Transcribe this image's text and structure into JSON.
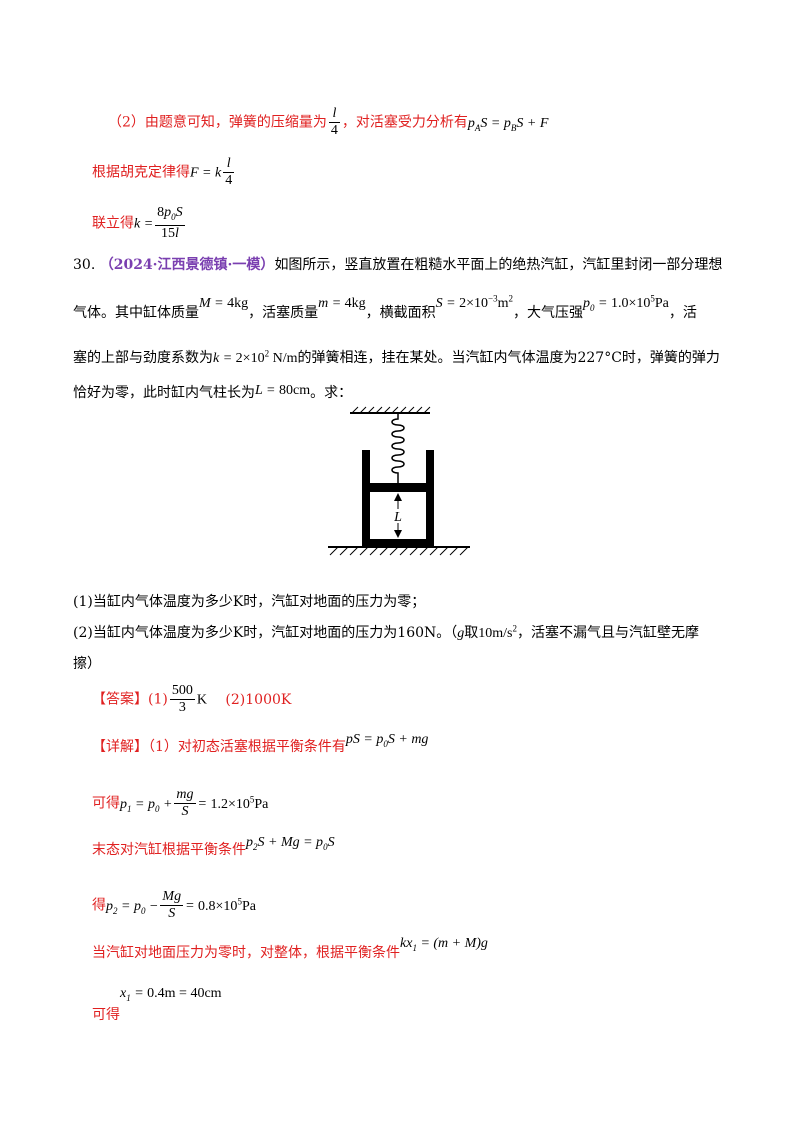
{
  "lines": {
    "l1_a": "（2）由题意可知，弹簧的压缩量为",
    "l1_b": "，对活塞受力分析有",
    "l2": "根据胡克定律得",
    "l3": "联立得",
    "q_num": "30.",
    "q_src": "（2024·江西景德镇·一模）",
    "q_l1": "如图所示，竖直放置在粗糙水平面上的绝热汽缸，汽缸里封闭一部分理想",
    "q_l2_a": "气体。其中缸体质量",
    "q_l2_b": "，活塞质量",
    "q_l2_c": "，横截面积",
    "q_l2_d": "，大气压强",
    "q_l2_e": "，活",
    "q_l3_a": "塞的上部与劲度系数为",
    "q_l3_b": "的弹簧相连，挂在某处。当汽缸内气体温度为227°C时，弹簧的弹力",
    "q_l4_a": "恰好为零，此时缸内气柱长为",
    "q_l4_b": "。求：",
    "sub1": "(1)当缸内气体温度为多少K时，汽缸对地面的压力为零；",
    "sub2_a": "(2)当缸内气体温度为多少K时，汽缸对地面的压力为160N。（",
    "sub2_b": "取",
    "sub2_c": "，活塞不漏气且与汽缸壁无摩",
    "sub2_d": "擦）",
    "ans_tag": "【答案】",
    "ans_1": "(1)",
    "ans_2": "(2)1000K",
    "det_tag": "【详解】",
    "det_1": "（1）对初态活塞根据平衡条件有",
    "det_2": "可得",
    "det_3": "末态对汽缸根据平衡条件",
    "det_4": "得",
    "det_5": "当汽缸对地面压力为零时，对整体，根据平衡条件",
    "det_6": "可得"
  },
  "diagram": {
    "label": "L"
  }
}
